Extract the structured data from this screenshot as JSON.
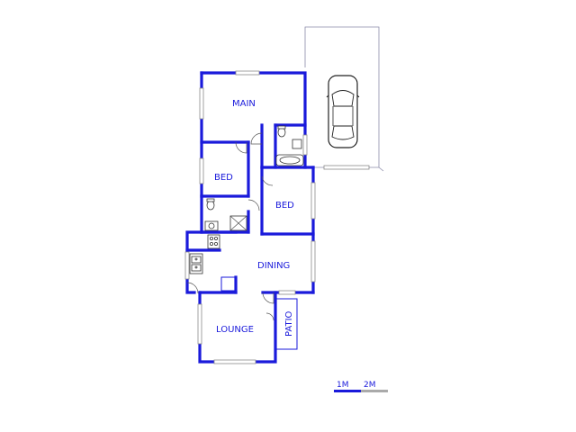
{
  "rooms": {
    "main": "MAIN",
    "bed_top": "BED",
    "bed_right": "BED",
    "dining": "DINING",
    "lounge": "LOUNGE",
    "patio": "PATIO"
  },
  "scale": {
    "one": "1M",
    "two": "2M"
  },
  "colors": {
    "wall": "#1a1adb",
    "scale_dark": "#1a1adb",
    "scale_light": "#aaaaaa"
  }
}
